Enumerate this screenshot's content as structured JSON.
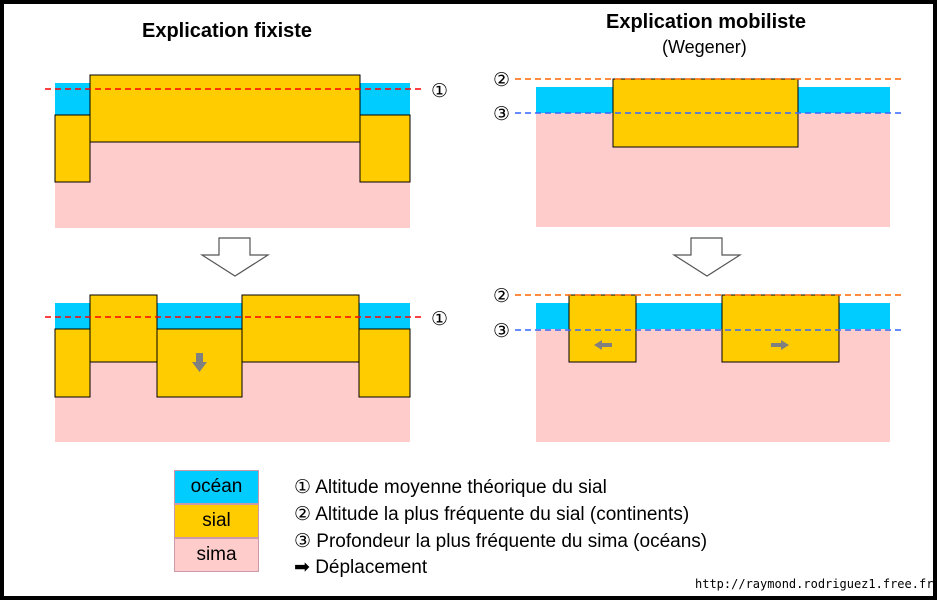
{
  "left_panel": {
    "title": "Explication fixiste"
  },
  "right_panel": {
    "title": "Explication mobiliste",
    "subtitle": "(Wegener)"
  },
  "markers": {
    "m1": "①",
    "m2": "②",
    "m3": "③"
  },
  "legend": {
    "layers": [
      {
        "label": "océan",
        "color": "#00CCFF"
      },
      {
        "label": "sial",
        "color": "#FFCC00"
      },
      {
        "label": "sima",
        "color": "#FFCCCC"
      }
    ],
    "items": [
      "① Altitude moyenne théorique du sial",
      "② Altitude la plus fréquente du sial (continents)",
      "③ Profondeur la plus fréquente du sima (océans)",
      "➡ Déplacement"
    ]
  },
  "colors": {
    "line1": "#FF0000",
    "line2": "#FF6600",
    "line3": "#3366FF",
    "arrow": "#808080"
  },
  "credit": "http://raymond.rodriguez1.free.fr"
}
